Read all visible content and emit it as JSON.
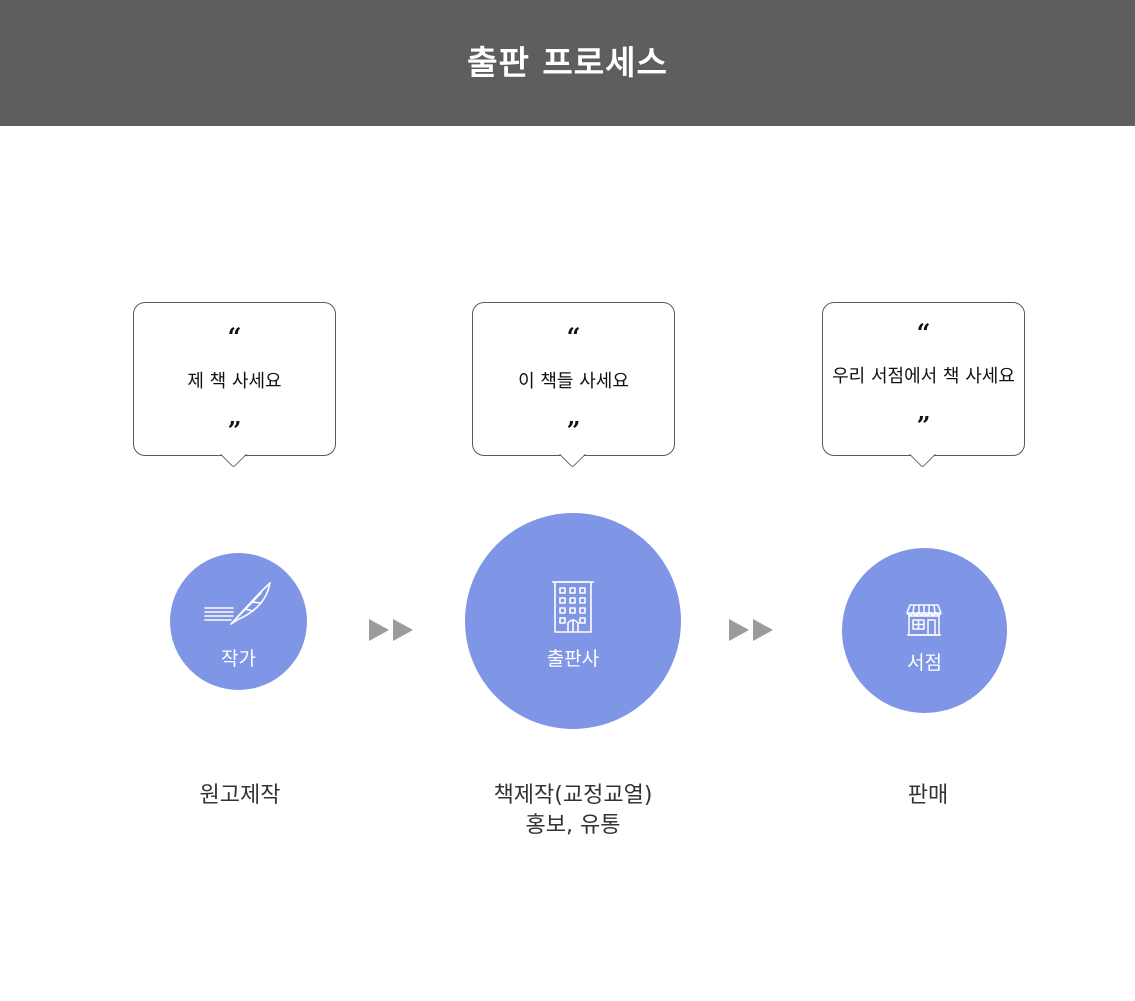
{
  "header": {
    "title": "출판 프로세스",
    "background_color": "#5e5e5e"
  },
  "accent_color": "#7f95e6",
  "quote_marks": {
    "open": "“",
    "close": "”"
  },
  "steps": [
    {
      "bubble_text": "제 책 사세요",
      "label": "작가",
      "icon": "quill-pen-icon",
      "caption_lines": [
        "원고제작"
      ]
    },
    {
      "bubble_text": "이 책들 사세요",
      "label": "출판사",
      "icon": "office-building-icon",
      "caption_lines": [
        "책제작(교정교열)",
        "홍보, 유통"
      ]
    },
    {
      "bubble_text": "우리 서점에서 책 사세요",
      "label": "서점",
      "icon": "storefront-icon",
      "caption_lines": [
        "판매"
      ]
    }
  ],
  "arrow_icon": "double-right-triangle-icon"
}
